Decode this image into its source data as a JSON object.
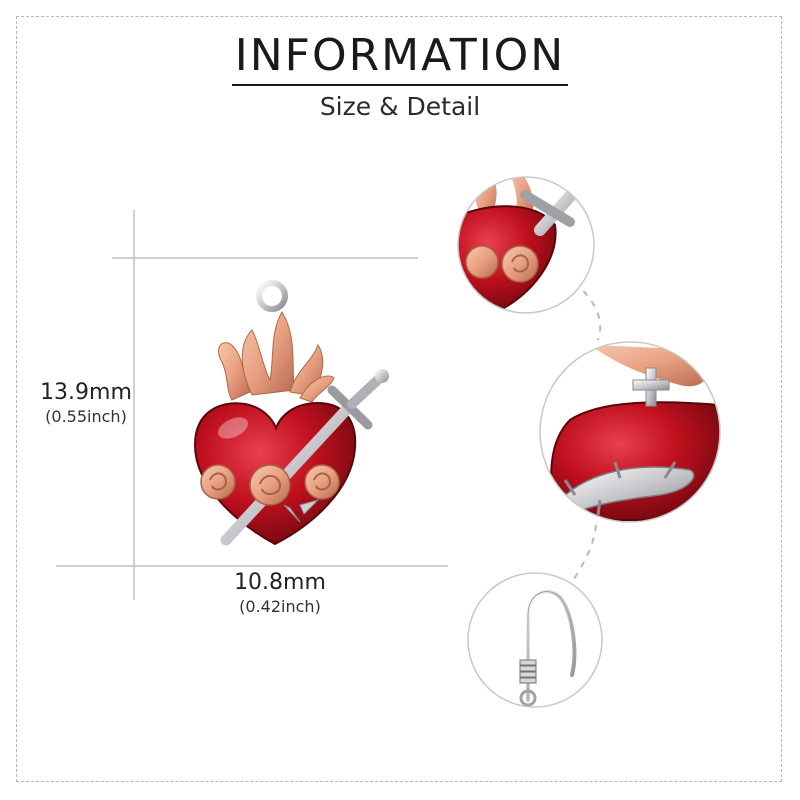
{
  "header": {
    "title": "INFORMATION",
    "subtitle": "Size & Detail"
  },
  "dimensions": {
    "height": {
      "value": "13.9mm",
      "alt": "(0.55inch)"
    },
    "width": {
      "value": "10.8mm",
      "alt": "(0.42inch)"
    }
  },
  "colors": {
    "heart": "#c0101e",
    "rose_gold": "#e8a080",
    "silver": "#c8c8cc",
    "guide_line": "#b5b5b5"
  },
  "detail_views": [
    {
      "name": "roses-and-dagger-closeup"
    },
    {
      "name": "cross-and-thorns-closeup"
    },
    {
      "name": "hook-closeup"
    }
  ]
}
